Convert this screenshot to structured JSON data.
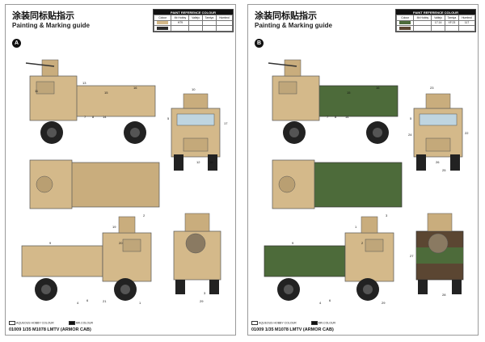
{
  "colors": {
    "tan": "#d4b98a",
    "tan_dark": "#a8906a",
    "green": "#4d6b3a",
    "brown": "#5b4632",
    "black": "#222222"
  },
  "common": {
    "title_cn": "涂装同标贴指示",
    "title_en": "Painting & Marking guide",
    "ref_header": "PAINT REFERENCE COLOUR",
    "ref_columns": [
      "Colour",
      "Mr.Hobby",
      "Vallejo",
      "Tamiya",
      "Humbrol"
    ],
    "legend_aqueous": "AQUEOUS HOBBY COLOUR",
    "legend_mr": "MR.COLOUR",
    "footer": "01009  1/35   M1078 LMTV   (ARMOR CAB)"
  },
  "page_a": {
    "badge": "A",
    "ref_rows": [
      {
        "swatch": "#d4b98a",
        "cells": [
          "H79",
          "",
          "",
          "",
          ""
        ]
      },
      {
        "swatch": "#2b2b2b",
        "cells": [
          "",
          "",
          "",
          "",
          ""
        ]
      }
    ],
    "callouts": [
      "16",
      "15",
      "11",
      "13",
      "7",
      "8",
      "14",
      "5",
      "10",
      "17",
      "12",
      "18",
      "19",
      "20",
      "6",
      "4",
      "21",
      "3",
      "29",
      "9",
      "1",
      "2"
    ]
  },
  "page_b": {
    "badge": "B",
    "ref_rows": [
      {
        "swatch": "#4d6b3a",
        "cells": [
          "",
          "",
          "17.14",
          "XF.23",
          "117"
        ]
      },
      {
        "swatch": "#5b4632",
        "cells": [
          "",
          "",
          "",
          "",
          ""
        ]
      }
    ],
    "callouts": [
      "16",
      "15",
      "7",
      "8",
      "14",
      "23",
      "24",
      "5",
      "25",
      "26",
      "22",
      "27",
      "28",
      "29",
      "6",
      "4",
      "3",
      "9",
      "1",
      "2"
    ]
  }
}
